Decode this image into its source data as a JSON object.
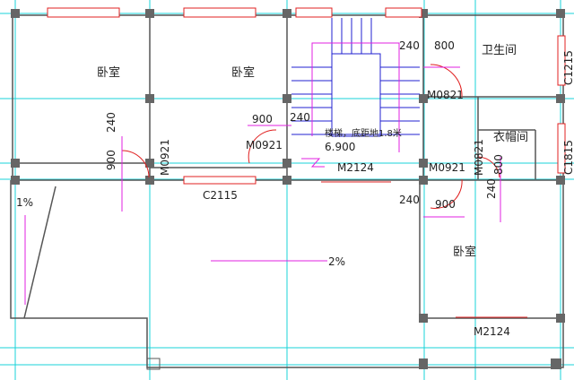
{
  "drawing": {
    "rooms": [
      "卧室",
      "卧室",
      "卧室",
      "卫生间",
      "衣帽间"
    ],
    "dimensions": [
      "240",
      "900",
      "240",
      "900",
      "240",
      "800",
      "240",
      "900",
      "240",
      "800"
    ],
    "doors": [
      "M0921",
      "M0921",
      "M0821",
      "M0921",
      "M0821",
      "M2124",
      "M2124"
    ],
    "windows": [
      "C2115",
      "C1215",
      "C1815"
    ],
    "stair_note": "楼梯，底距地1.8米",
    "elevation": "6.900",
    "slopes": [
      "1%",
      "2%"
    ],
    "colors": {
      "axis": "#19d3d8",
      "wall": "#555555",
      "window": "#e02020",
      "dimension": "#e020e0",
      "stair": "#2020d0"
    }
  }
}
